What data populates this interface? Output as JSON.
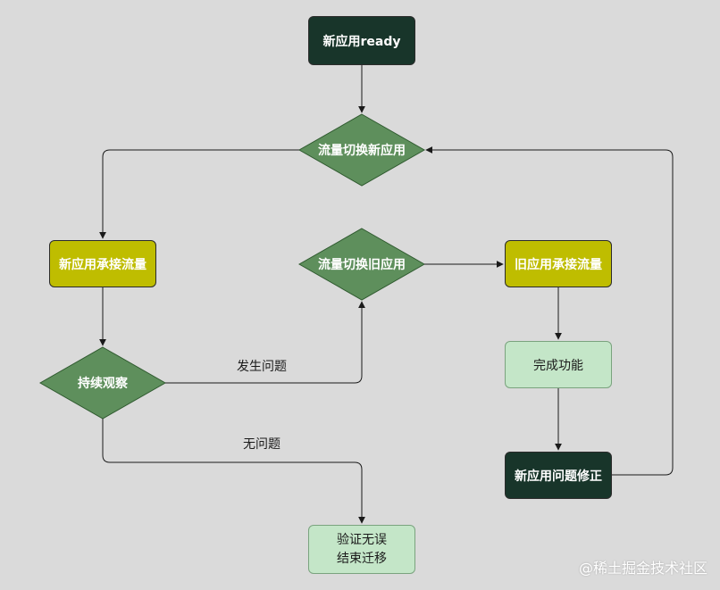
{
  "nodes": {
    "new_ready": "新应用ready",
    "switch_to_new": "流量切换新应用",
    "new_takes_traffic": "新应用承接流量",
    "switch_to_old": "流量切换旧应用",
    "old_takes_traffic": "旧应用承接流量",
    "complete_features": "完成功能",
    "keep_observing": "持续观察",
    "fix_new_issue": "新应用问题修正",
    "verify_and_finish": "验证无误\n结束迁移"
  },
  "edges": {
    "issue_found": "发生问题",
    "no_issue": "无问题"
  },
  "watermark": "@稀土掘金技术社区",
  "colors": {
    "dark_node": "#18352a",
    "decision": "#5e8f5c",
    "yellow_node": "#bfbd00",
    "light_node": "#c4e6c8",
    "background": "#dadada"
  }
}
